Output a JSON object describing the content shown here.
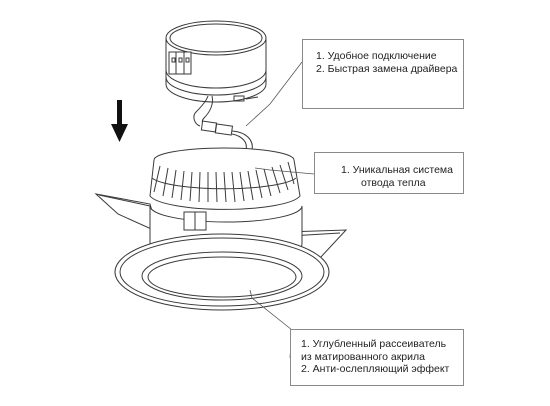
{
  "callouts": {
    "connection": {
      "lines": [
        "1. Удобное подключение",
        "2. Быстрая замена драйвера"
      ]
    },
    "heat": {
      "lines": [
        "1. Уникальная система",
        "отвода тепла"
      ]
    },
    "diffuser": {
      "lines": [
        "1. Углубленный рассеиватель",
        "из матированного акрила",
        "2. Анти-ослепляющий эффект"
      ]
    }
  },
  "colors": {
    "stroke": "#3a3a3a",
    "leader": "#555555",
    "arrow": "#111111"
  },
  "icons": {
    "arrow": "down-arrow-icon"
  }
}
